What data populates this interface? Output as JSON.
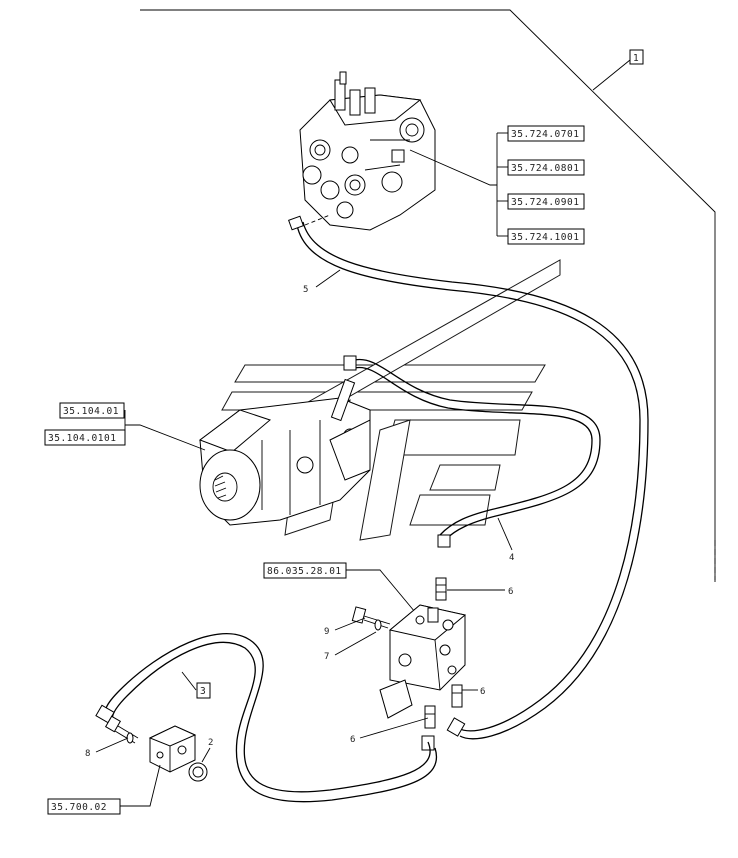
{
  "references": {
    "valve_refs": [
      "35.724.0701",
      "35.724.0801",
      "35.724.0901",
      "35.724.1001"
    ],
    "pump_refs": [
      "35.104.01",
      "35.104.0101"
    ],
    "block_ref": "86.035.28.01",
    "bottom_ref": "35.700.02",
    "group_ref": "1",
    "hose_box_ref": "3"
  },
  "callouts": {
    "c5": "5",
    "c4": "4",
    "c6a": "6",
    "c6b": "6",
    "c6c": "6",
    "c9": "9",
    "c7": "7",
    "c8": "8",
    "c2": "2"
  }
}
